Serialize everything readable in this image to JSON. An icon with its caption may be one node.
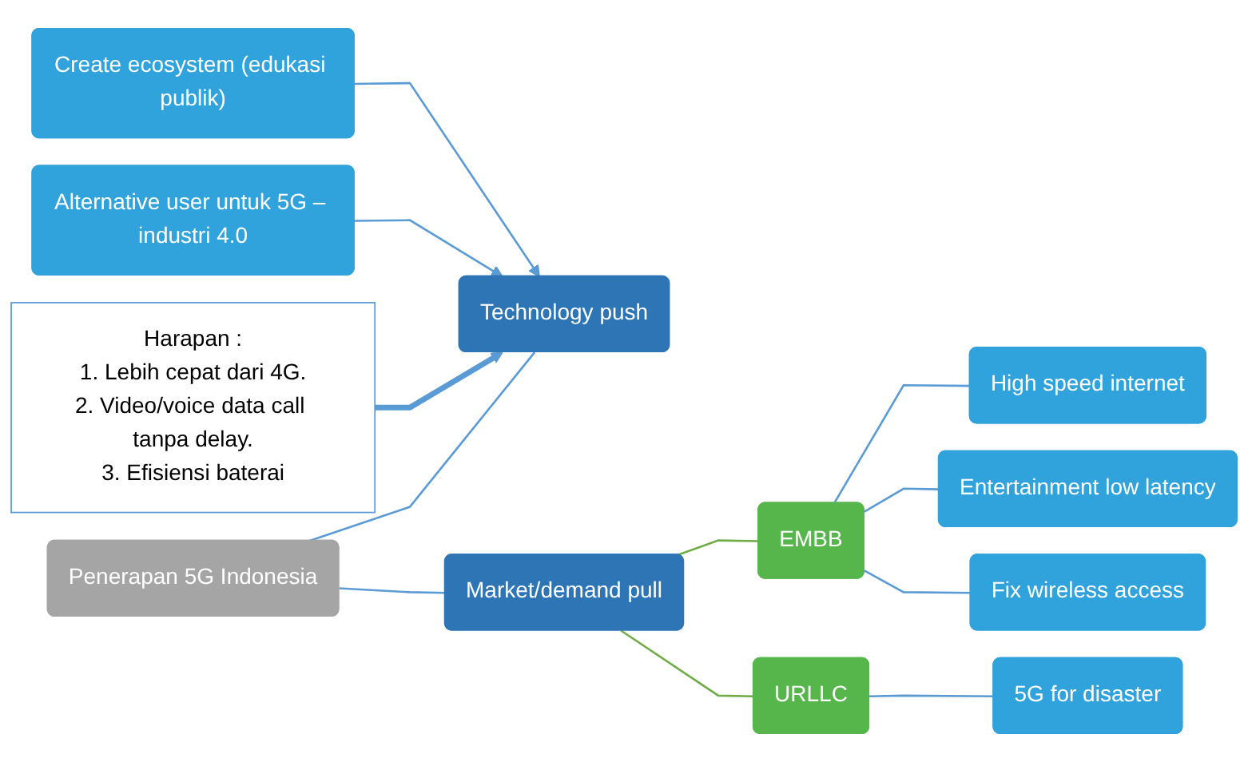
{
  "diagram": {
    "nodes": [
      {
        "text": [
          "Create ecosystem (edukasi publik)"
        ]
      },
      {
        "text": [
          "Alternative user untuk 5G – industri 4.0"
        ]
      },
      {
        "text": [
          "Technology push"
        ]
      },
      {
        "text": [
          "Harapan :",
          "1. Lebih cepat dari 4G.",
          "2. Video/voice data call tanpa delay.",
          "3. Efisiensi baterai"
        ]
      },
      {
        "text": [
          "Penerapan 5G Indonesia"
        ]
      },
      {
        "text": [
          "Market/demand pull"
        ]
      },
      {
        "text": [
          "EMBB"
        ]
      },
      {
        "text": [
          "URLLC"
        ]
      },
      {
        "text": [
          "High speed internet"
        ]
      },
      {
        "text": [
          "Entertainment low latency"
        ]
      },
      {
        "text": [
          "Fix wireless access"
        ]
      },
      {
        "text": [
          "5G for disaster"
        ]
      }
    ],
    "edges": [
      {
        "from": 0,
        "to": 2,
        "arrow": "to"
      },
      {
        "from": 1,
        "to": 2,
        "arrow": "to"
      },
      {
        "from": 3,
        "to": 2,
        "arrow": "to",
        "style": "thick"
      },
      {
        "from": 4,
        "to": 2,
        "arrow": "none"
      },
      {
        "from": 4,
        "to": 5,
        "arrow": "none"
      },
      {
        "from": 5,
        "to": 6,
        "arrow": "none",
        "color": "#70ad47"
      },
      {
        "from": 5,
        "to": 7,
        "arrow": "none",
        "color": "#70ad47"
      },
      {
        "from": 6,
        "to": 8,
        "arrow": "none"
      },
      {
        "from": 6,
        "to": 9,
        "arrow": "none"
      },
      {
        "from": 6,
        "to": 10,
        "arrow": "none"
      },
      {
        "from": 7,
        "to": 11,
        "arrow": "none"
      }
    ]
  }
}
